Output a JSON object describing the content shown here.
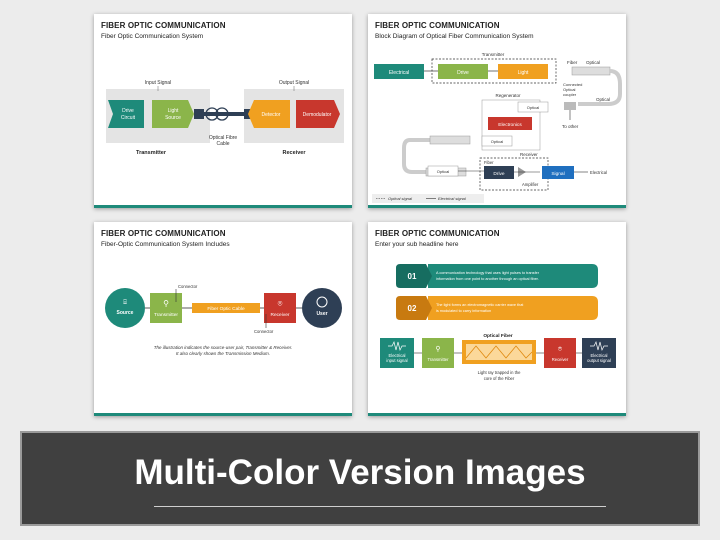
{
  "slide1": {
    "title": "FIBER OPTIC COMMUNICATION",
    "subtitle": "Fiber Optic Communication System",
    "input_signal": "Input Signal",
    "output_signal": "Output Signal",
    "drive_circuit": [
      "Drive",
      "Circuit"
    ],
    "light_source": [
      "Light",
      "Source"
    ],
    "detector": "Detector",
    "demodulator": "Demodulator",
    "transmitter": "Transmitter",
    "receiver": "Receiver",
    "cable": [
      "Optical Fibre",
      "Cable"
    ]
  },
  "slide2": {
    "title": "FIBER OPTIC COMMUNICATION",
    "subtitle": "Block Diagram of Optical Fiber Communication System",
    "transmitter": "Transmitter",
    "electrical": "Electrical",
    "drive": "Drive",
    "light": "Light",
    "fiber": "Fiber",
    "optical": "Optical",
    "connected": [
      "Connected",
      "Optical",
      "coupler"
    ],
    "regenerator": "Regenerator",
    "electronics": "Electronics",
    "to_other": "To other",
    "receiver": "Receiver",
    "fiber2": "Fiber",
    "signal": "Signal",
    "amplifier": "Amplifier",
    "legend_optical": "Optical signal",
    "legend_electrical": "Electrical signal"
  },
  "slide3": {
    "title": "FIBER OPTIC COMMUNICATION",
    "subtitle": "Fiber-Optic Communication System Includes",
    "source": "Source",
    "transmitter": "Transmitter",
    "cable": "Fiber Optic Cable",
    "receiver": "Receiver",
    "user": "User",
    "connector": "Connector",
    "note": [
      "The illustration indicates the source-user pair, Transmitter & Receiver.",
      "It also clearly shows the Transmission Medium."
    ]
  },
  "slide4": {
    "title": "FIBER OPTIC COMMUNICATION",
    "subtitle": "Enter your sub headline here",
    "item1_num": "01",
    "item1_text": [
      "A communication technology that uses light pulses to transfer",
      "information from one point to another through an optical fiber."
    ],
    "item2_num": "02",
    "item2_text": [
      "The light forms an electromagnetic carrier wave that",
      "is modulated to carry information"
    ],
    "optical_fiber": "Optical Fiber",
    "elec_input": [
      "Electrical",
      "input signal"
    ],
    "transmitter": "Transmitter",
    "receiver": "Receiver",
    "elec_output": [
      "Electrical",
      "output signal"
    ],
    "trapped": [
      "Light ray trapped in the",
      "core of the Fiber"
    ]
  },
  "banner": {
    "title": "Multi-Color Version Images"
  },
  "colors": {
    "teal": "#1e8a7a",
    "green": "#8bb54a",
    "orange": "#f0a020",
    "red": "#c8372d",
    "navy": "#2e3f55",
    "blue": "#1f6fbf",
    "banner": "#404040"
  }
}
